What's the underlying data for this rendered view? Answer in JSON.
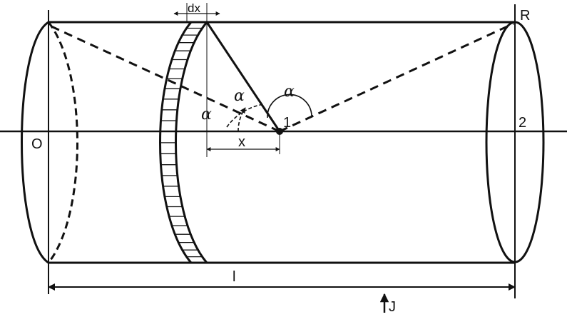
{
  "labels": {
    "dx": "dx",
    "R": "R",
    "O": "O",
    "point1": "1",
    "point2": "2",
    "x": "x",
    "l": "l",
    "J": "J",
    "alpha_outer_left": "α",
    "alpha_inner_left": "α",
    "alpha_right": "α"
  }
}
